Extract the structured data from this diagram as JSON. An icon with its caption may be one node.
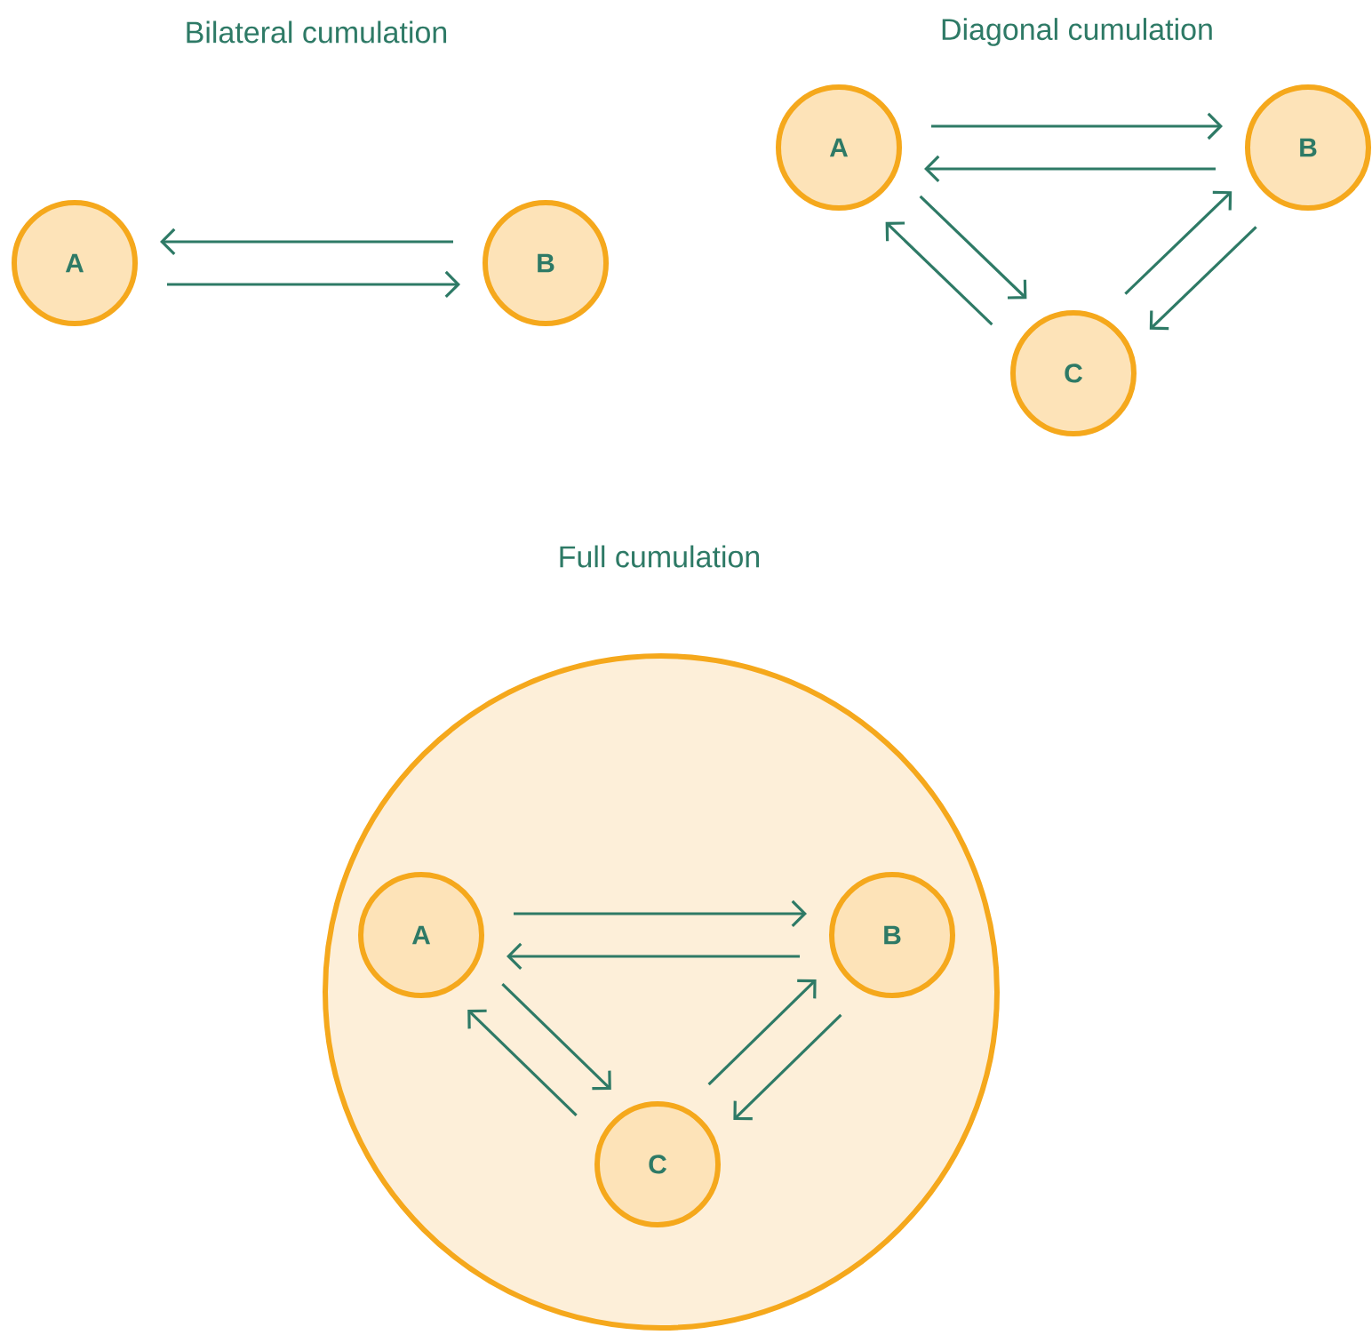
{
  "diagram": {
    "nodes": [
      {
        "text": [
          "A"
        ]
      },
      {
        "text": [
          "B"
        ]
      },
      {
        "text": [
          "A"
        ]
      },
      {
        "text": [
          "B"
        ]
      },
      {
        "text": [
          "C"
        ]
      },
      {
        "text": [],
        "shape": "circle"
      },
      {
        "text": [
          "A"
        ],
        "in": 5
      },
      {
        "text": [
          "B"
        ],
        "in": 5
      },
      {
        "text": [
          "C"
        ],
        "in": 5
      }
    ],
    "edges": [
      {
        "from": 1,
        "to": 0,
        "arrow": "to"
      },
      {
        "from": 0,
        "to": 1,
        "arrow": "to"
      },
      {
        "from": 2,
        "to": 3,
        "arrow": "to"
      },
      {
        "from": 3,
        "to": 2,
        "arrow": "to"
      },
      {
        "from": 2,
        "to": 4,
        "arrow": "to"
      },
      {
        "from": 4,
        "to": 2,
        "arrow": "to"
      },
      {
        "from": 4,
        "to": 3,
        "arrow": "to"
      },
      {
        "from": 3,
        "to": 4,
        "arrow": "to"
      },
      {
        "from": 6,
        "to": 7,
        "arrow": "to"
      },
      {
        "from": 7,
        "to": 6,
        "arrow": "to"
      },
      {
        "from": 6,
        "to": 8,
        "arrow": "to"
      },
      {
        "from": 8,
        "to": 6,
        "arrow": "to"
      },
      {
        "from": 8,
        "to": 7,
        "arrow": "to"
      },
      {
        "from": 7,
        "to": 8,
        "arrow": "to"
      }
    ],
    "labels": [
      "Bilateral cumulation",
      "Diagonal cumulation",
      "Full cumulation"
    ]
  }
}
